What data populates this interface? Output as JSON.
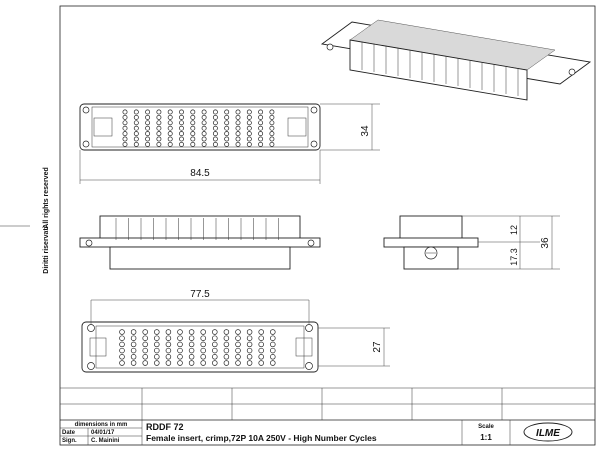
{
  "side_notes": {
    "rights_reserved": "All rights reserved",
    "diritti": "Diritti riservati"
  },
  "dimensions": {
    "width_top": "84.5",
    "height_top": "34",
    "width_bottom": "77.5",
    "height_bottom": "27",
    "side_total": "36",
    "side_upper": "12",
    "side_lower": "17.3"
  },
  "title_block": {
    "units": "dimensions in mm",
    "date_label": "Date",
    "date_value": "04/01/17",
    "sign_label": "Sign.",
    "sign_value": "C. Mainini",
    "part_code": "RDDF 72",
    "description": "Female insert, crimp,72P 10A 250V - High Number Cycles",
    "scale_label": "Scale",
    "scale_value": "1:1",
    "logo_text": "ILME"
  }
}
